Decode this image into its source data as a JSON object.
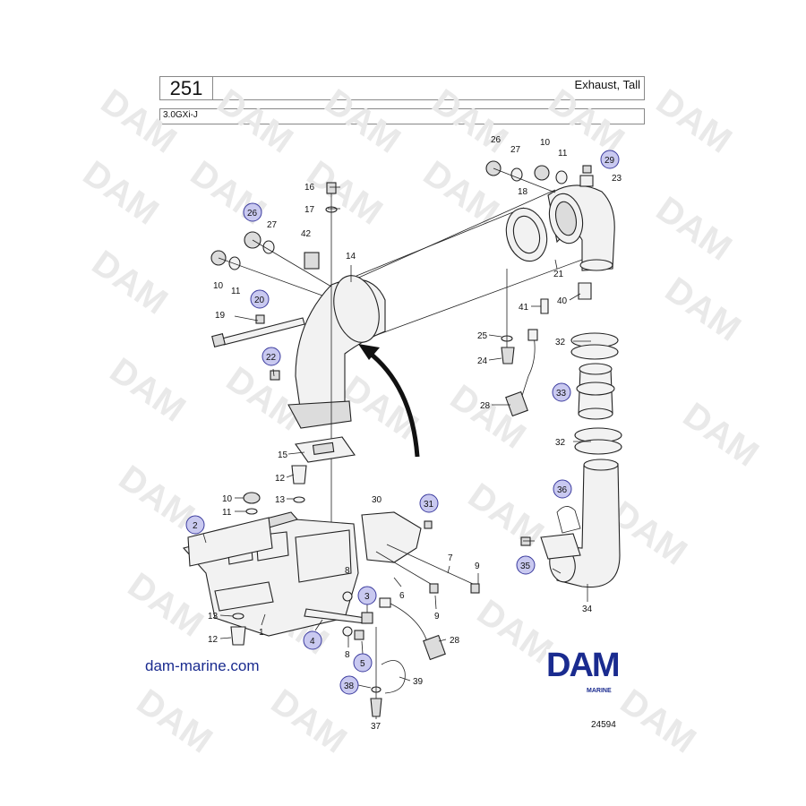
{
  "header": {
    "page_number": "251",
    "title": "Exhaust, Tall",
    "model": "3.0GXi-J"
  },
  "watermark": "DAM",
  "footer": {
    "website": "dam-marine.com",
    "logo_text": "DAM",
    "logo_sub": "MARINE",
    "drawing_number": "24594"
  },
  "callouts": [
    {
      "id": "c26a",
      "text": "26",
      "circled": false
    },
    {
      "id": "c27a",
      "text": "27",
      "circled": false
    },
    {
      "id": "c10a",
      "text": "10",
      "circled": false
    },
    {
      "id": "c11a",
      "text": "11",
      "circled": false
    },
    {
      "id": "c29",
      "text": "29",
      "circled": true
    },
    {
      "id": "c23",
      "text": "23",
      "circled": false
    },
    {
      "id": "c18",
      "text": "18",
      "circled": false
    },
    {
      "id": "c16",
      "text": "16",
      "circled": false
    },
    {
      "id": "c17",
      "text": "17",
      "circled": false
    },
    {
      "id": "c26b",
      "text": "26",
      "circled": true
    },
    {
      "id": "c27b",
      "text": "27",
      "circled": false
    },
    {
      "id": "c42",
      "text": "42",
      "circled": false
    },
    {
      "id": "c14",
      "text": "14",
      "circled": false
    },
    {
      "id": "c10b",
      "text": "10",
      "circled": false
    },
    {
      "id": "c11b",
      "text": "11",
      "circled": false
    },
    {
      "id": "c20",
      "text": "20",
      "circled": true
    },
    {
      "id": "c19",
      "text": "19",
      "circled": false
    },
    {
      "id": "c22",
      "text": "22",
      "circled": true
    },
    {
      "id": "c21",
      "text": "21",
      "circled": false
    },
    {
      "id": "c40",
      "text": "40",
      "circled": false
    },
    {
      "id": "c41",
      "text": "41",
      "circled": false
    },
    {
      "id": "c25",
      "text": "25",
      "circled": false
    },
    {
      "id": "c24",
      "text": "24",
      "circled": false
    },
    {
      "id": "c32a",
      "text": "32",
      "circled": false
    },
    {
      "id": "c33",
      "text": "33",
      "circled": true
    },
    {
      "id": "c28a",
      "text": "28",
      "circled": false
    },
    {
      "id": "c32b",
      "text": "32",
      "circled": false
    },
    {
      "id": "c15",
      "text": "15",
      "circled": false
    },
    {
      "id": "c12a",
      "text": "12",
      "circled": false
    },
    {
      "id": "c13a",
      "text": "13",
      "circled": false
    },
    {
      "id": "c10c",
      "text": "10",
      "circled": false
    },
    {
      "id": "c11c",
      "text": "11",
      "circled": false
    },
    {
      "id": "c30",
      "text": "30",
      "circled": false
    },
    {
      "id": "c31",
      "text": "31",
      "circled": true
    },
    {
      "id": "c36",
      "text": "36",
      "circled": true
    },
    {
      "id": "c2",
      "text": "2",
      "circled": true
    },
    {
      "id": "c35",
      "text": "35",
      "circled": true
    },
    {
      "id": "c7",
      "text": "7",
      "circled": false
    },
    {
      "id": "c9a",
      "text": "9",
      "circled": false
    },
    {
      "id": "c8a",
      "text": "8",
      "circled": false
    },
    {
      "id": "c6",
      "text": "6",
      "circled": false
    },
    {
      "id": "c3",
      "text": "3",
      "circled": true
    },
    {
      "id": "c9b",
      "text": "9",
      "circled": false
    },
    {
      "id": "c34",
      "text": "34",
      "circled": false
    },
    {
      "id": "c13b",
      "text": "13",
      "circled": false
    },
    {
      "id": "c1",
      "text": "1",
      "circled": false
    },
    {
      "id": "c12b",
      "text": "12",
      "circled": false
    },
    {
      "id": "c4",
      "text": "4",
      "circled": true
    },
    {
      "id": "c8b",
      "text": "8",
      "circled": false
    },
    {
      "id": "c28b",
      "text": "28",
      "circled": false
    },
    {
      "id": "c5",
      "text": "5",
      "circled": true
    },
    {
      "id": "c38",
      "text": "38",
      "circled": true
    },
    {
      "id": "c39",
      "text": "39",
      "circled": false
    },
    {
      "id": "c37",
      "text": "37",
      "circled": false
    }
  ]
}
